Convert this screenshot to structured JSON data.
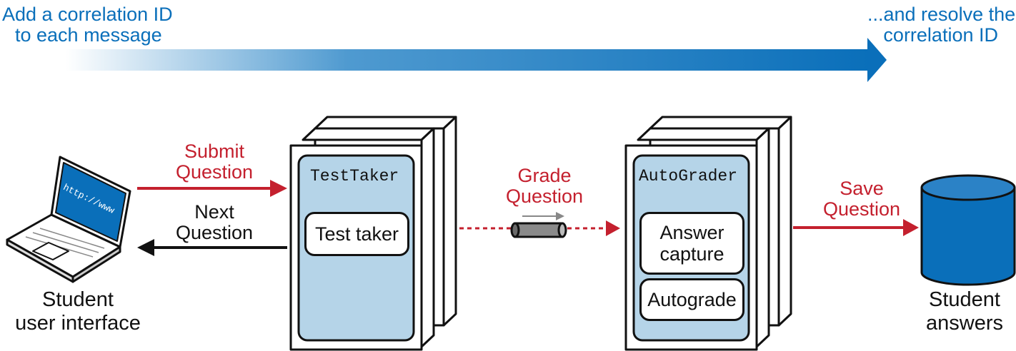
{
  "banner": {
    "left_text": [
      "Add a correlation ID",
      "to each message"
    ],
    "right_text": [
      "...and resolve the",
      "correlation ID"
    ],
    "colors": {
      "arrow_start": "#ffffff",
      "arrow_end": "#0a6fba"
    }
  },
  "student_ui": {
    "screen_text": "http://www",
    "caption": [
      "Student",
      "user interface"
    ],
    "icon": "laptop-icon"
  },
  "submit_label": [
    "Submit",
    "Question"
  ],
  "next_label": [
    "Next",
    "Question"
  ],
  "test_taker": {
    "title": "TestTaker",
    "component": "Test taker"
  },
  "grade_label": [
    "Grade",
    "Question"
  ],
  "auto_grader": {
    "title": "AutoGrader",
    "components": [
      "Answer capture",
      "Autograde"
    ]
  },
  "save_label": [
    "Save",
    "Question"
  ],
  "student_answers": {
    "caption": [
      "Student",
      "answers"
    ],
    "icon": "database-icon"
  },
  "colors": {
    "red": "#c4202e",
    "blue": "#0a6fba",
    "service_fill": "#b5d4e8",
    "db_fill": "#0a6fba"
  }
}
